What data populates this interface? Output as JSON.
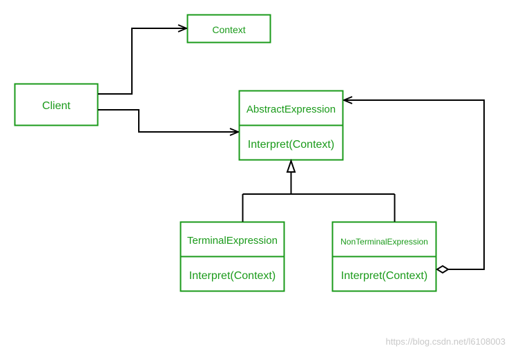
{
  "colors": {
    "box_border": "#1a9a1a",
    "box_text": "#1a9a1a",
    "connector": "#000000",
    "watermark": "#c8c8c8"
  },
  "classes": {
    "context": {
      "name": "Context"
    },
    "client": {
      "name": "Client"
    },
    "abstract_expression": {
      "name": "AbstractExpression",
      "method": "Interpret(Context)"
    },
    "terminal_expression": {
      "name": "TerminalExpression",
      "method": "Interpret(Context)"
    },
    "nonterminal_expression": {
      "name": "NonTerminalExpression",
      "method": "Interpret(Context)"
    }
  },
  "relationships": [
    {
      "from": "client",
      "to": "context",
      "type": "association"
    },
    {
      "from": "client",
      "to": "abstract_expression",
      "type": "association"
    },
    {
      "from": "terminal_expression",
      "to": "abstract_expression",
      "type": "generalization"
    },
    {
      "from": "nonterminal_expression",
      "to": "abstract_expression",
      "type": "generalization"
    },
    {
      "from": "nonterminal_expression",
      "to": "abstract_expression",
      "type": "aggregation"
    }
  ],
  "watermark": "https://blog.csdn.net/l6108003"
}
